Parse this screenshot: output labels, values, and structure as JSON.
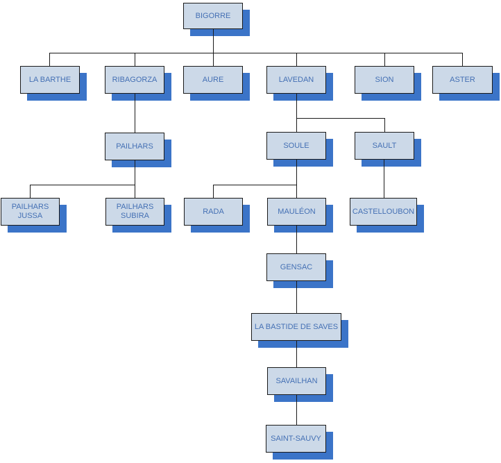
{
  "diagram": {
    "type": "org-chart",
    "background_color": "#ffffff",
    "node_style": {
      "fill": "#ccd9e8",
      "border": "#1a1a1a",
      "shadow": "#3b74c8",
      "text_color": "#4470b4",
      "connector_color": "#1a1a1a"
    },
    "nodes": {
      "bigorre": {
        "label": "BIGORRE"
      },
      "la_barthe": {
        "label": "LA BARTHE"
      },
      "ribagorza": {
        "label": "RIBAGORZA"
      },
      "aure": {
        "label": "AURE"
      },
      "lavedan": {
        "label": "LAVEDAN"
      },
      "sion": {
        "label": "SION"
      },
      "aster": {
        "label": "ASTER"
      },
      "pailhars": {
        "label": "PAILHARS"
      },
      "soule": {
        "label": "SOULE"
      },
      "sault": {
        "label": "SAULT"
      },
      "pailhars_jussa": {
        "label": "PAILHARS JUSSA"
      },
      "pailhars_subira": {
        "label": "PAILHARS SUBIRA"
      },
      "rada": {
        "label": "RADA"
      },
      "mauleon": {
        "label": "MAULÉON"
      },
      "castelloubon": {
        "label": "CASTELLOUBON"
      },
      "gensac": {
        "label": "GENSAC"
      },
      "la_bastide_de_saves": {
        "label": "LA BASTIDE DE SAVES"
      },
      "savailhan": {
        "label": "SAVAILHAN"
      },
      "saint_sauvy": {
        "label": "SAINT-SAUVY"
      }
    },
    "hierarchy": {
      "label": "BIGORRE",
      "children": [
        {
          "label": "LA BARTHE"
        },
        {
          "label": "RIBAGORZA",
          "children": [
            {
              "label": "PAILHARS",
              "children": [
                {
                  "label": "PAILHARS JUSSA"
                },
                {
                  "label": "PAILHARS SUBIRA"
                }
              ]
            }
          ]
        },
        {
          "label": "AURE"
        },
        {
          "label": "LAVEDAN",
          "children": [
            {
              "label": "SOULE",
              "children": [
                {
                  "label": "RADA"
                },
                {
                  "label": "MAULÉON",
                  "children": [
                    {
                      "label": "GENSAC",
                      "children": [
                        {
                          "label": "LA BASTIDE DE SAVES",
                          "children": [
                            {
                              "label": "SAVAILHAN",
                              "children": [
                                {
                                  "label": "SAINT-SAUVY"
                                }
                              ]
                            }
                          ]
                        }
                      ]
                    }
                  ]
                }
              ]
            },
            {
              "label": "SAULT",
              "children": [
                {
                  "label": "CASTELLOUBON"
                }
              ]
            }
          ]
        },
        {
          "label": "SION"
        },
        {
          "label": "ASTER"
        }
      ]
    }
  }
}
